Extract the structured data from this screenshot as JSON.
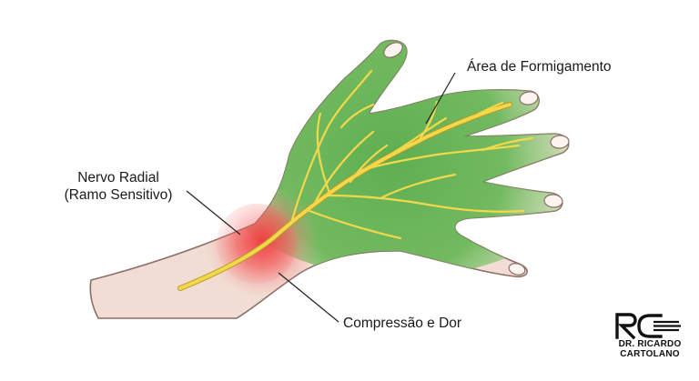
{
  "labels": {
    "tingling_area": "Área de Formigamento",
    "nerve_line1": "Nervo Radial",
    "nerve_line2": "(Ramo Sensitivo)",
    "compression": "Compressão e Dor"
  },
  "logo": {
    "monogram": "RC",
    "name_line1": "DR. RICARDO",
    "name_line2": "CARTOLANO"
  },
  "colors": {
    "skin": "#f1ddd3",
    "skin_outline": "#8a6f66",
    "tingling_area": "#5fae52",
    "nerve": "#f2d84a",
    "pain": "#f03c3c",
    "text": "#1a1a1a"
  },
  "icons": [
    "hand-illustration",
    "radial-nerve",
    "pain-glow",
    "rc-logo-icon"
  ]
}
